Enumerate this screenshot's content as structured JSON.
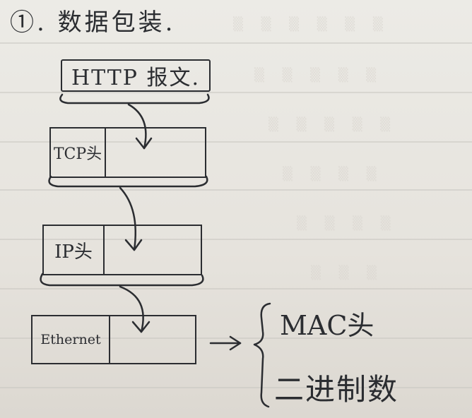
{
  "title": "①. 数据包装.",
  "http_box": {
    "label": "HTTP 报文."
  },
  "packets": [
    {
      "header": "TCP头"
    },
    {
      "header": "IP头"
    },
    {
      "header": "Ethernet"
    }
  ],
  "ethernet_contents": [
    "MAC头",
    "二进制数"
  ]
}
